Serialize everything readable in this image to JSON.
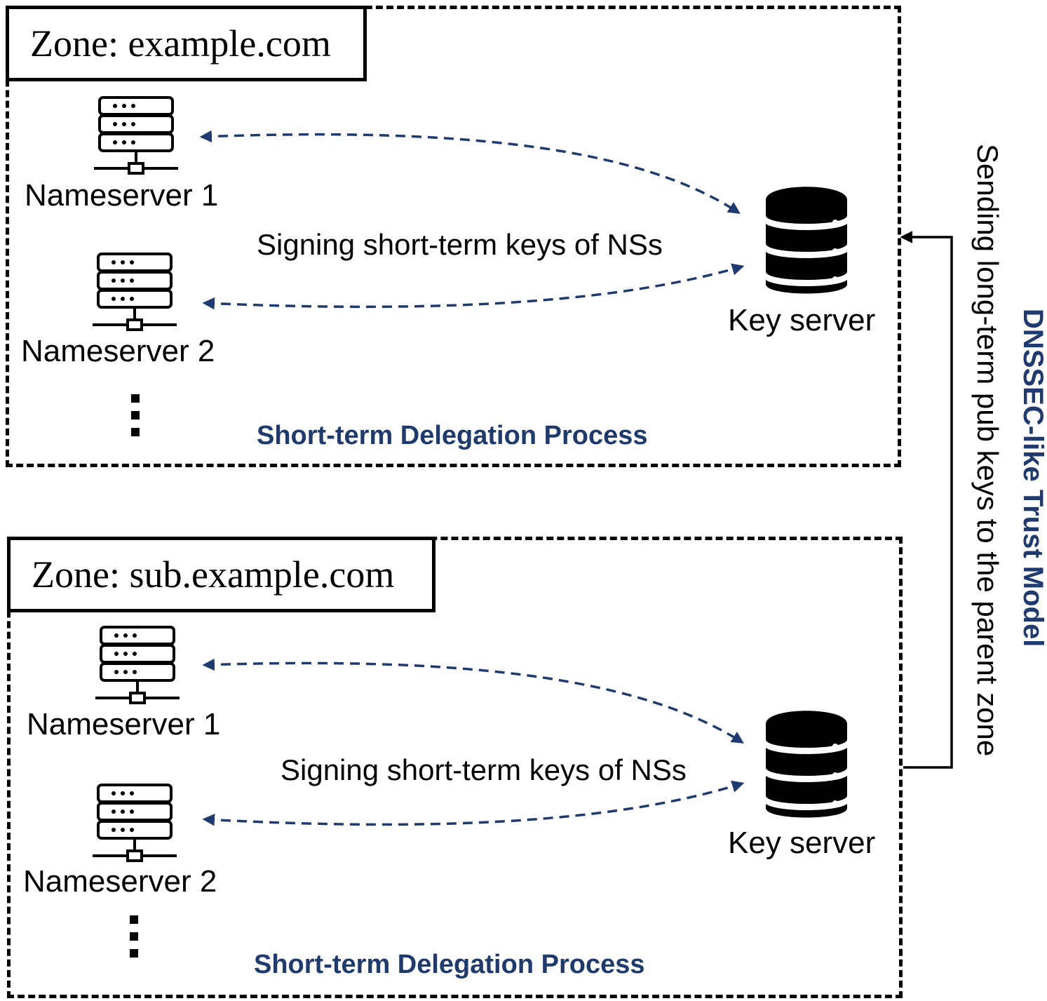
{
  "zones": [
    {
      "title": "Zone: example.com",
      "nameservers": [
        "Nameserver 1",
        "Nameserver 2"
      ],
      "key_server_label": "Key server",
      "signing_label": "Signing short-term keys of NSs",
      "process_label": "Short-term Delegation Process",
      "more_indicator": "⋮"
    },
    {
      "title": "Zone: sub.example.com",
      "nameservers": [
        "Nameserver 1",
        "Nameserver 2"
      ],
      "key_server_label": "Key server",
      "signing_label": "Signing short-term keys of NSs",
      "process_label": "Short-term Delegation Process",
      "more_indicator": "⋮"
    }
  ],
  "side": {
    "sending_label": "Sending long-term pub keys to the parent zone",
    "trust_model_label": "DNSSEC-like Trust Model"
  },
  "colors": {
    "accent": "#1f3a6e",
    "line": "#000000"
  },
  "icons": {
    "nameserver": "server-rack-icon",
    "key_server": "database-icon"
  }
}
